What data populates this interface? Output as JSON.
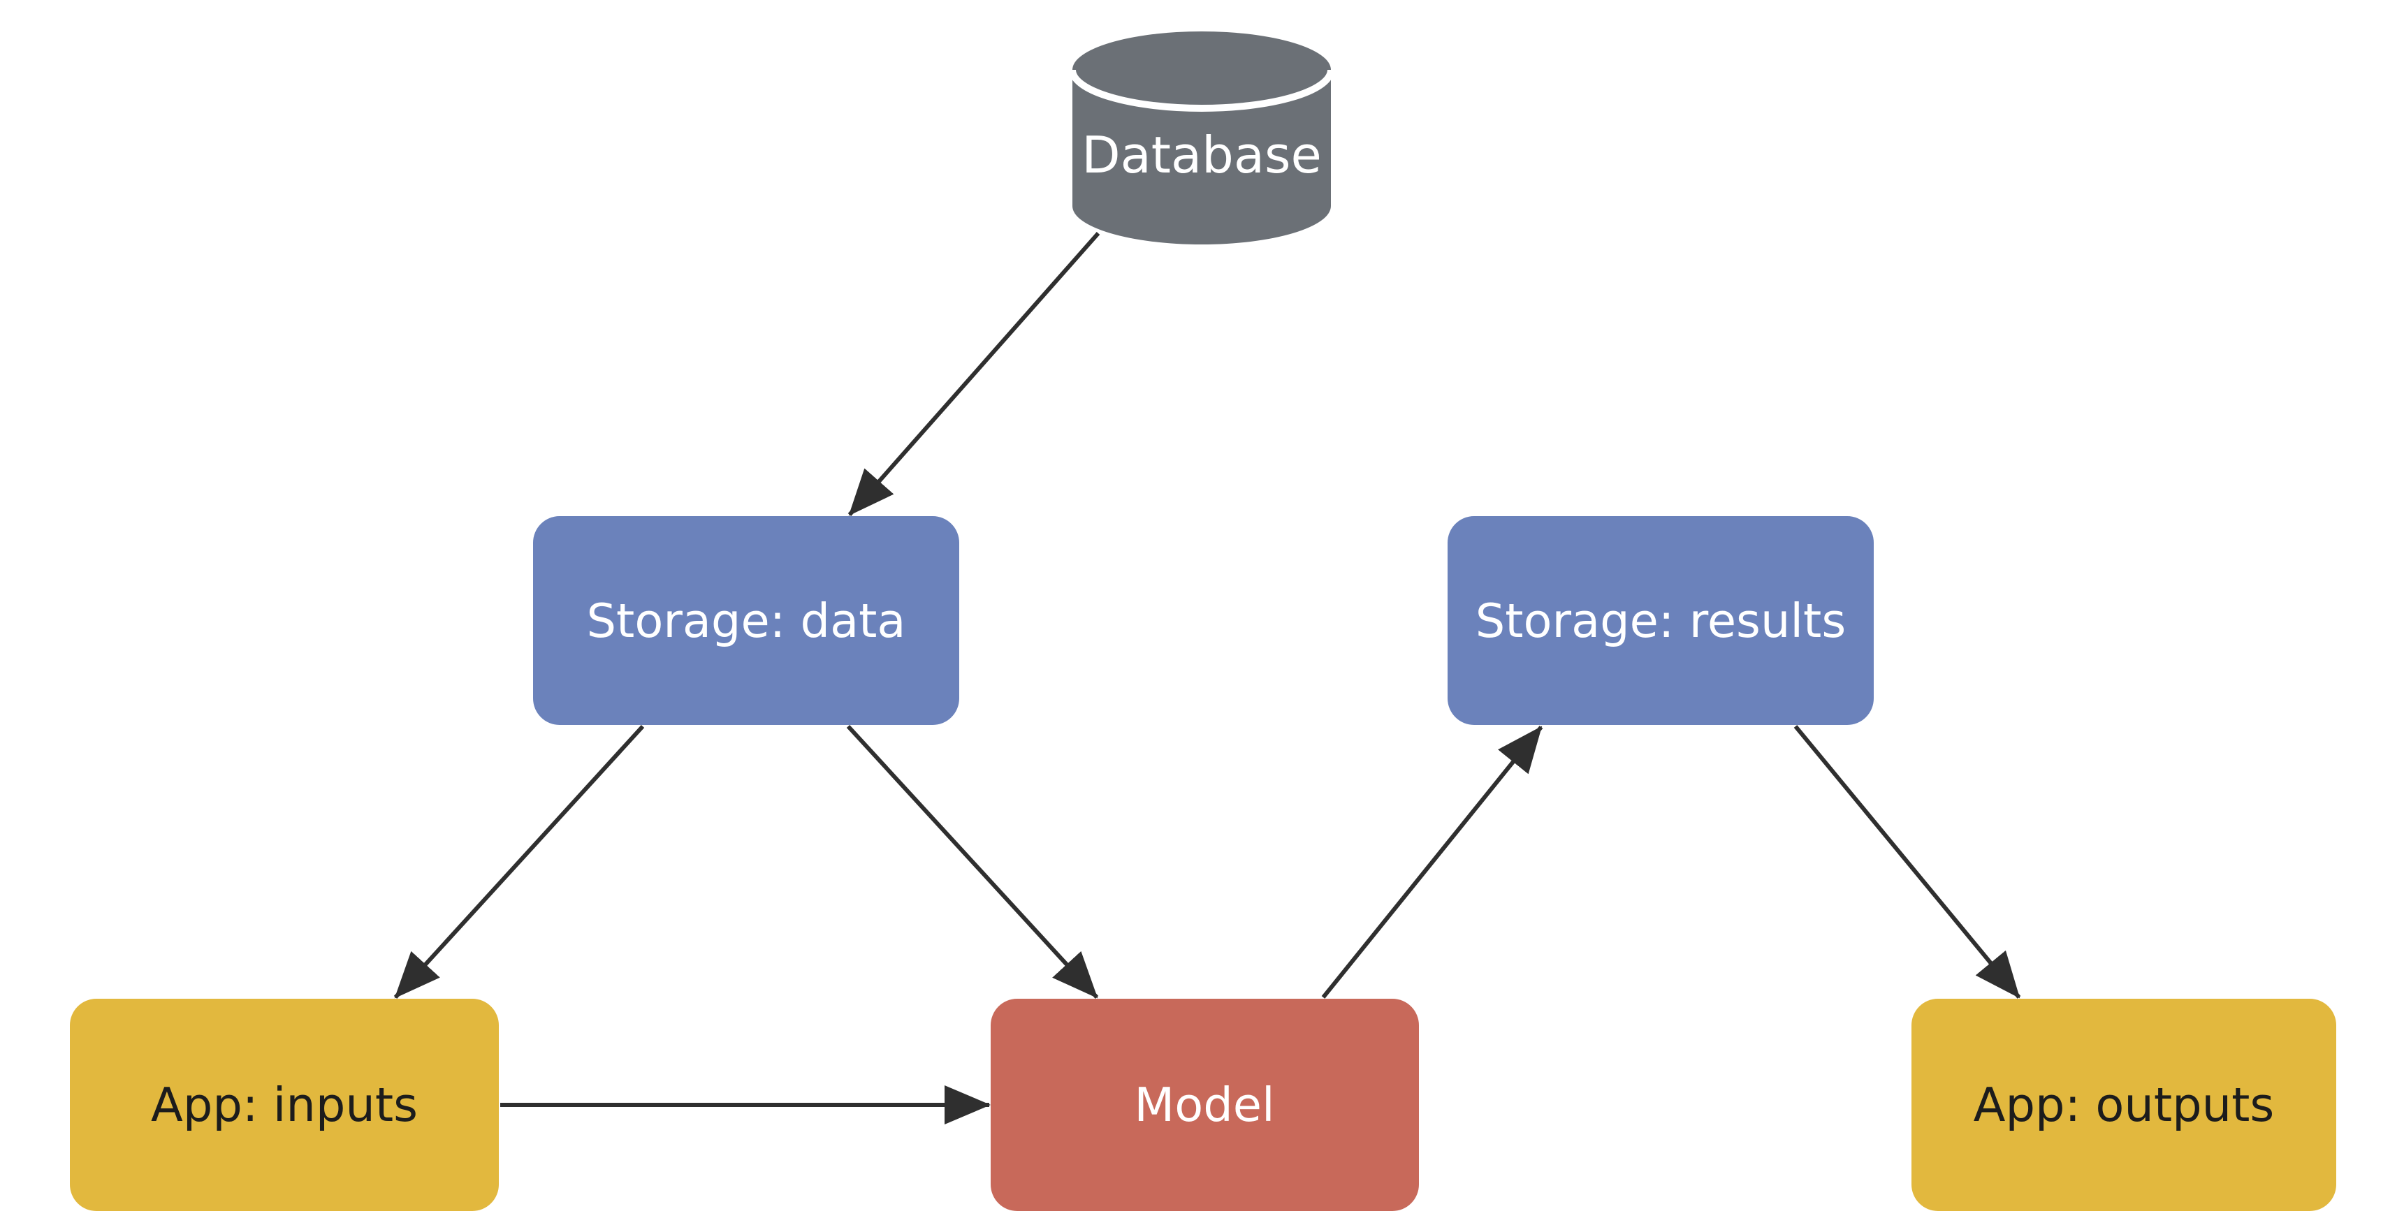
{
  "diagram": {
    "background_color": "#ffffff",
    "edge_color": "#2f2f2f",
    "nodes": {
      "database": {
        "label": "Database",
        "shape": "cylinder",
        "fill": "#6b7076",
        "text_color": "#ffffff"
      },
      "storage_data": {
        "label": "Storage: data",
        "shape": "rounded-rect",
        "fill": "#6b82bb",
        "text_color": "#ffffff"
      },
      "storage_results": {
        "label": "Storage: results",
        "shape": "rounded-rect",
        "fill": "#6b82bb",
        "text_color": "#ffffff"
      },
      "app_inputs": {
        "label": "App: inputs",
        "shape": "rounded-rect",
        "fill": "#e2b83e",
        "text_color": "#1c1c1c"
      },
      "model": {
        "label": "Model",
        "shape": "rounded-rect",
        "fill": "#c8695a",
        "text_color": "#ffffff"
      },
      "app_outputs": {
        "label": "App: outputs",
        "shape": "rounded-rect",
        "fill": "#e2b83e",
        "text_color": "#1c1c1c"
      }
    },
    "edges": [
      {
        "from": "Database",
        "to": "Storage: data"
      },
      {
        "from": "Storage: data",
        "to": "App: inputs"
      },
      {
        "from": "Storage: data",
        "to": "Model"
      },
      {
        "from": "App: inputs",
        "to": "Model"
      },
      {
        "from": "Model",
        "to": "Storage: results"
      },
      {
        "from": "Storage: results",
        "to": "App: outputs"
      }
    ]
  }
}
